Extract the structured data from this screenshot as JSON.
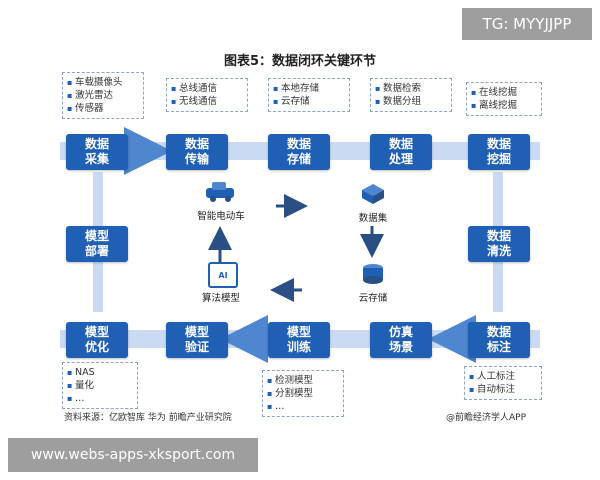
{
  "badges": {
    "tg": "TG: MYYJJPP",
    "url": "www.webs-apps-xksport.com"
  },
  "title": "图表5：数据闭环关键环节",
  "top_row": [
    {
      "label": "数据\n采集",
      "notes": [
        "车载摄像头",
        "激光雷达",
        "传感器"
      ]
    },
    {
      "label": "数据\n传输",
      "notes": [
        "总线通信",
        "无线通信"
      ]
    },
    {
      "label": "数据\n存储",
      "notes": [
        "本地存储",
        "云存储"
      ]
    },
    {
      "label": "数据\n处理",
      "notes": [
        "数据检索",
        "数据分组"
      ]
    },
    {
      "label": "数据\n挖掘",
      "notes": [
        "在线挖掘",
        "离线挖掘"
      ]
    }
  ],
  "middle": {
    "left": "模型\n部署",
    "right": "数据\n清洗"
  },
  "bottom_row": [
    {
      "label": "模型\n优化",
      "notes": [
        "NAS",
        "量化",
        "…"
      ]
    },
    {
      "label": "模型\n验证",
      "notes": []
    },
    {
      "label": "模型\n训练",
      "notes": [
        "检测模型",
        "分割模型",
        "…"
      ]
    },
    {
      "label": "仿真\n场景",
      "notes": []
    },
    {
      "label": "数据\n标注",
      "notes": [
        "人工标注",
        "自动标注"
      ]
    }
  ],
  "center": {
    "car": "智能电动车",
    "dataset": "数据集",
    "cloud": "云存储",
    "algo": "算法模型",
    "ai_tag": "AI"
  },
  "footer": {
    "source": "资料来源：亿欧智库 华为 前瞻产业研究院",
    "watermark": "@前瞻经济学人APP"
  },
  "colors": {
    "primary": "#1f5fb4",
    "arrow": "#4f86d0"
  }
}
